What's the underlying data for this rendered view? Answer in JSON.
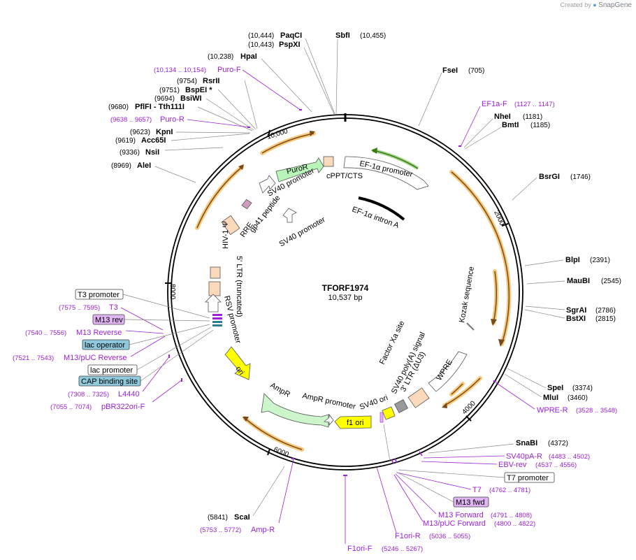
{
  "credit": {
    "prefix": "Created by",
    "brand": "SnapGene"
  },
  "plasmid": {
    "name": "TFORF1974",
    "size": "10,537 bp"
  },
  "ticks": [
    {
      "text": "10,000"
    },
    {
      "text": "2000"
    },
    {
      "text": "4000"
    },
    {
      "text": "6000"
    },
    {
      "text": "8000"
    }
  ],
  "enzymes": [
    {
      "name": "SbfI",
      "pos": "(10,455)"
    },
    {
      "name": "PaqCI",
      "pos": "(10,444)"
    },
    {
      "name": "PspXI",
      "pos": "(10,443)"
    },
    {
      "name": "HpaI",
      "pos": "(10,238)"
    },
    {
      "name": "RsrII",
      "pos": "(9754)"
    },
    {
      "name": "BspEI *",
      "pos": "(9751)"
    },
    {
      "name": "BsiWI",
      "pos": "(9694)"
    },
    {
      "name": "PflFI - Tth111I",
      "pos": "(9680)"
    },
    {
      "name": "KpnI",
      "pos": "(9623)"
    },
    {
      "name": "Acc65I",
      "pos": "(9619)"
    },
    {
      "name": "NsiI",
      "pos": "(9336)"
    },
    {
      "name": "AleI",
      "pos": "(8969)"
    },
    {
      "name": "FseI",
      "pos": "(705)"
    },
    {
      "name": "NheI",
      "pos": "(1181)"
    },
    {
      "name": "BmtI",
      "pos": "(1185)"
    },
    {
      "name": "BsrGI",
      "pos": "(1746)"
    },
    {
      "name": "BlpI",
      "pos": "(2391)"
    },
    {
      "name": "MauBI",
      "pos": "(2545)"
    },
    {
      "name": "SgrAI",
      "pos": "(2786)"
    },
    {
      "name": "BstXI",
      "pos": "(2815)"
    },
    {
      "name": "SpeI",
      "pos": "(3374)"
    },
    {
      "name": "MluI",
      "pos": "(3460)"
    },
    {
      "name": "SnaBI",
      "pos": "(4372)"
    },
    {
      "name": "ScaI",
      "pos": "(5841)"
    }
  ],
  "primers": [
    {
      "name": "Puro-F",
      "pos": "(10,134 .. 10,154)"
    },
    {
      "name": "Puro-R",
      "pos": "(9638 .. 9657)"
    },
    {
      "name": "EF1a-F",
      "pos": "(1127 .. 1147)"
    },
    {
      "name": "WPRE-R",
      "pos": "(3528 .. 3548)"
    },
    {
      "name": "SV40pA-R",
      "pos": "(4483 .. 4502)"
    },
    {
      "name": "EBV-rev",
      "pos": "(4537 .. 4556)"
    },
    {
      "name": "T7",
      "pos": "(4762 .. 4781)"
    },
    {
      "name": "M13 Forward",
      "pos": "(4791 .. 4808)"
    },
    {
      "name": "M13/pUC Forward",
      "pos": "(4800 .. 4822)"
    },
    {
      "name": "F1ori-R",
      "pos": "(5036 .. 5055)"
    },
    {
      "name": "F1ori-F",
      "pos": "(5246 .. 5267)"
    },
    {
      "name": "Amp-R",
      "pos": "(5753 .. 5772)"
    },
    {
      "name": "pBR322ori-F",
      "pos": "(7055 .. 7074)"
    },
    {
      "name": "L4440",
      "pos": "(7308 .. 7325)"
    },
    {
      "name": "M13/pUC Reverse",
      "pos": "(7521 .. 7543)"
    },
    {
      "name": "M13 Reverse",
      "pos": "(7540 .. 7556)"
    },
    {
      "name": "T3",
      "pos": "(7575 .. 7595)"
    }
  ],
  "boxed": [
    {
      "text": "T3 promoter",
      "color": "#ffffff"
    },
    {
      "text": "M13 rev",
      "color": "#e0b3f3"
    },
    {
      "text": "lac operator",
      "color": "#8ec9dc"
    },
    {
      "text": "lac promoter",
      "color": "#ffffff"
    },
    {
      "text": "CAP binding site",
      "color": "#8ec9dc"
    },
    {
      "text": "T7 promoter",
      "color": "#ffffff"
    },
    {
      "text": "M13 fwd",
      "color": "#e0b3f3"
    }
  ],
  "features": [
    {
      "text": "EF-1α promoter"
    },
    {
      "text": "EF-1α intron A"
    },
    {
      "text": "cPPT/CTS"
    },
    {
      "text": "PuroR"
    },
    {
      "text": "SV40 promoter"
    },
    {
      "text": "gp41 peptide"
    },
    {
      "text": "RRE"
    },
    {
      "text": "SV40 promoter"
    },
    {
      "text": "HIV-1 Ψ"
    },
    {
      "text": "5' LTR (truncated)"
    },
    {
      "text": "RSV promoter"
    },
    {
      "text": "ori"
    },
    {
      "text": "AmpR"
    },
    {
      "text": "AmpR promoter"
    },
    {
      "text": "f1 ori"
    },
    {
      "text": "SV40 ori"
    },
    {
      "text": "3' LTR (ΔU3)"
    },
    {
      "text": "SV40 poly(A) signal"
    },
    {
      "text": "Factor Xa site"
    },
    {
      "text": "WPRE"
    },
    {
      "text": "Kozak sequence"
    }
  ],
  "colors": {
    "primer": "#9b22d6",
    "orf": "#f5c97a",
    "orf_arrow": "#7a4a1a",
    "puro": "#b8f5b8",
    "ori": "#ffff00",
    "ltr": "#fbd9bb",
    "ampr": "#ccf5cc"
  }
}
